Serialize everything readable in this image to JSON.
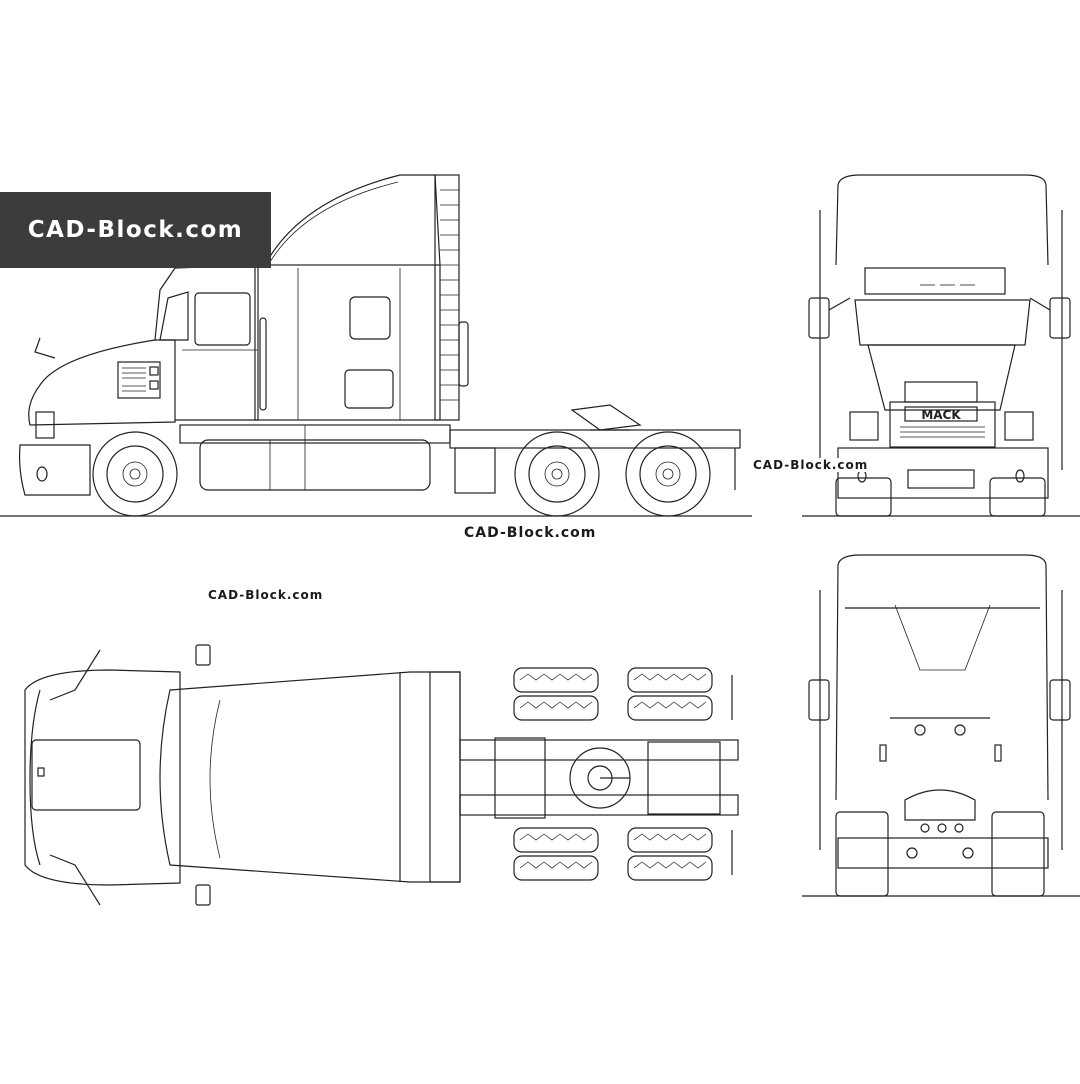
{
  "banner": {
    "text": "CAD-Block.com"
  },
  "watermarks": {
    "center": "CAD-Block.com",
    "front_view": "CAD-Block.com",
    "top_view": "CAD-Block.com"
  },
  "grille_badge": "MACK",
  "colors": {
    "line": "#222222",
    "banner_bg": "#3c3c3c",
    "banner_text": "#ffffff"
  }
}
